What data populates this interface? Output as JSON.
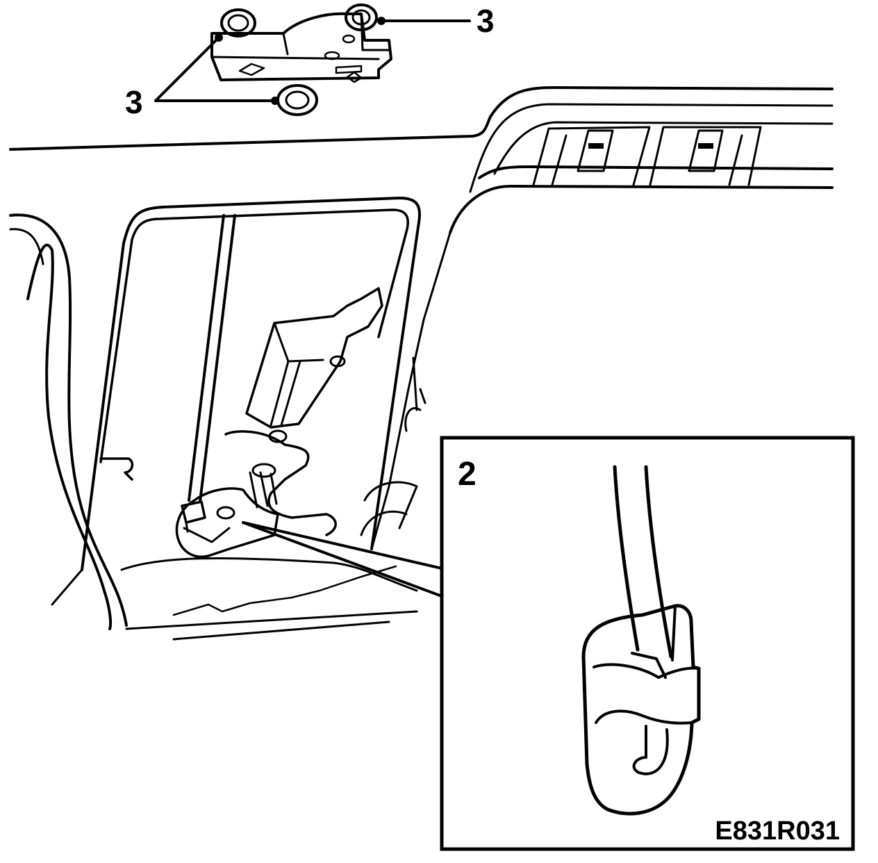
{
  "callouts": {
    "clip_detail": "2",
    "plug_top_right": "3",
    "plug_left_group": "3"
  },
  "figure_code": "E831R031",
  "colors": {
    "line": "#000000",
    "background": "#ffffff"
  }
}
